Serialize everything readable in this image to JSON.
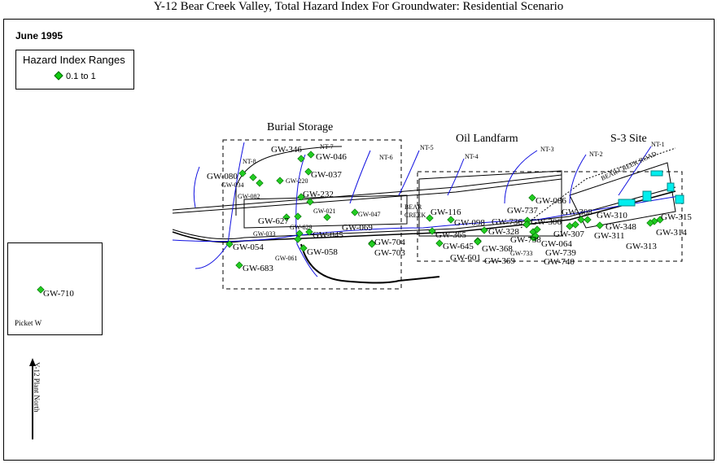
{
  "title": "Y-12 Bear Creek Valley, Total Hazard Index For Groundwater: Residential Scenario",
  "date": "June 1995",
  "legend": {
    "title": "Hazard Index Ranges",
    "item": "0.1 to 1",
    "marker_color": "#22cc22"
  },
  "areas": [
    "Burial Storage",
    "Oil Landfarm",
    "S-3 Site"
  ],
  "tributaries": [
    "NT-1",
    "NT-2",
    "NT-3",
    "NT-4",
    "NT-5",
    "NT-6",
    "NT-7",
    "NT-8"
  ],
  "road": "BEAR CREEK ROAD",
  "creek": [
    "BEAR",
    "CREEK"
  ],
  "inset_label": "Picket W",
  "north_label": "Y-12 Plant North",
  "wells": [
    "GW-080",
    "GW-034",
    "GW-082",
    "GW-346",
    "GW-046",
    "GW-037",
    "GW-220",
    "GW-232",
    "GW-021",
    "GW-627",
    "GW-629",
    "GW-033",
    "GW-045",
    "GW-069",
    "GW-047",
    "GW-054",
    "GW-061",
    "GW-058",
    "GW-683",
    "GW-704",
    "GW-703",
    "GW-710",
    "GW-116",
    "GW-098",
    "GW-365",
    "GW-645",
    "GW-601",
    "GW-368",
    "GW-369",
    "GW-328",
    "GW-736",
    "GW-737",
    "GW-086",
    "GW-306",
    "GW-738",
    "GW-733",
    "GW-739",
    "GW-740",
    "GW-064",
    "GW-307",
    "GW-308",
    "GW-310",
    "GW-311",
    "GW-348",
    "GW-315",
    "GW-314",
    "GW-313"
  ]
}
